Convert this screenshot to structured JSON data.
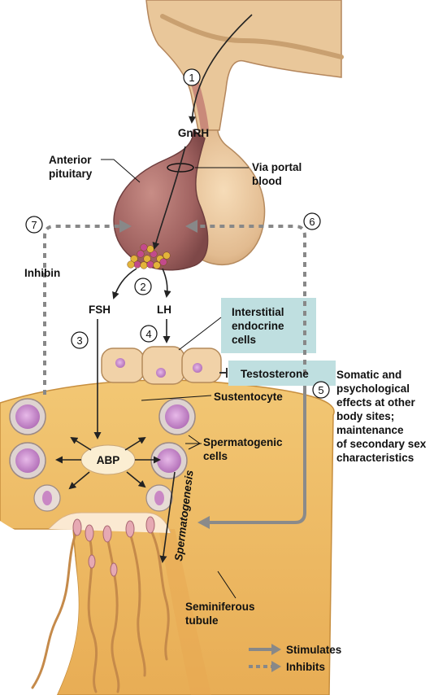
{
  "labels": {
    "gnrh": "GnRH",
    "anterior_pituitary": [
      "Anterior",
      "pituitary"
    ],
    "via_portal_blood": [
      "Via portal",
      "blood"
    ],
    "inhibin": "Inhibin",
    "fsh": "FSH",
    "lh": "LH",
    "interstitial": [
      "Interstitial",
      "endocrine",
      "cells"
    ],
    "testosterone": "Testosterone",
    "somatic": [
      "Somatic and",
      "psychological",
      "effects at other",
      "body sites;",
      "maintenance",
      "of secondary sex",
      "characteristics"
    ],
    "sustentocyte": "Sustentocyte",
    "abp": "ABP",
    "spermatogenic": [
      "Spermatogenic",
      "cells"
    ],
    "spermatogenesis": "Spermatogenesis",
    "seminiferous": [
      "Seminiferous",
      "tubule"
    ]
  },
  "steps": [
    "1",
    "2",
    "3",
    "4",
    "5",
    "6",
    "7"
  ],
  "legend": {
    "stimulates": "Stimulates",
    "inhibits": "Inhibits"
  },
  "colors": {
    "tubule": "#eebd61",
    "tubule_dark": "#d9a04a",
    "anterior_lobe": "#a86a68",
    "posterior_lobe": "#e7c29a",
    "hypothalamus": "#e9c79a",
    "box_fill": "#bfdfe0",
    "arrow": "#777777"
  }
}
